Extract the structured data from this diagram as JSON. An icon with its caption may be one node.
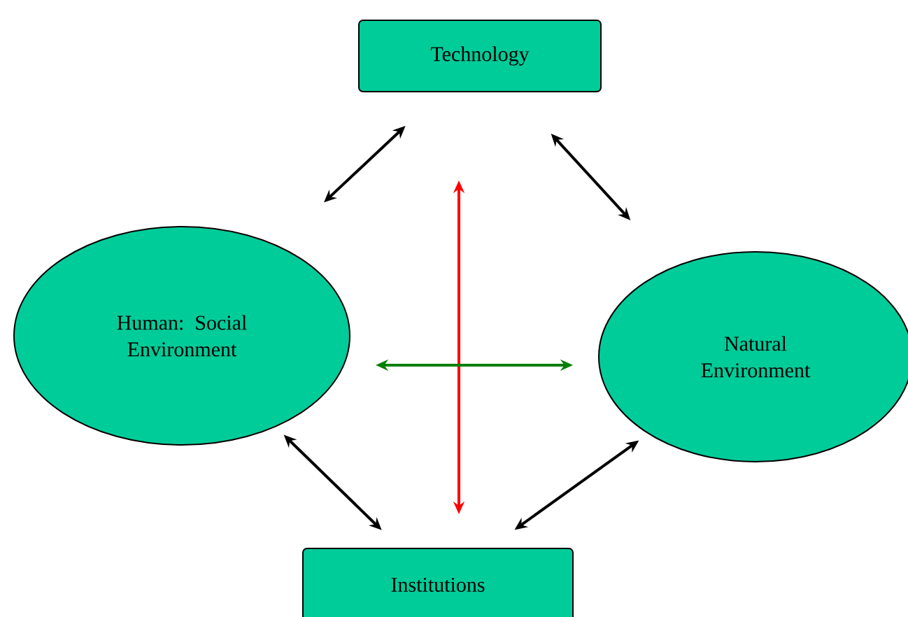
{
  "diagram": {
    "nodes": [
      {
        "text": [
          "Technology"
        ]
      },
      {
        "text": [
          "Human: Social Environment"
        ]
      },
      {
        "text": [
          "Natural Environment"
        ]
      },
      {
        "text": [
          "Institutions"
        ]
      }
    ],
    "edges": [
      {
        "from": 0,
        "to": 1,
        "arrow": "both"
      },
      {
        "from": 0,
        "to": 2,
        "arrow": "both"
      },
      {
        "from": 1,
        "to": 3,
        "arrow": "both"
      },
      {
        "from": 2,
        "to": 3,
        "arrow": "both"
      },
      {
        "from": 0,
        "to": 3,
        "arrow": "both",
        "color": "#ff0000"
      },
      {
        "from": 1,
        "to": 2,
        "arrow": "both",
        "color": "#008000"
      }
    ]
  }
}
